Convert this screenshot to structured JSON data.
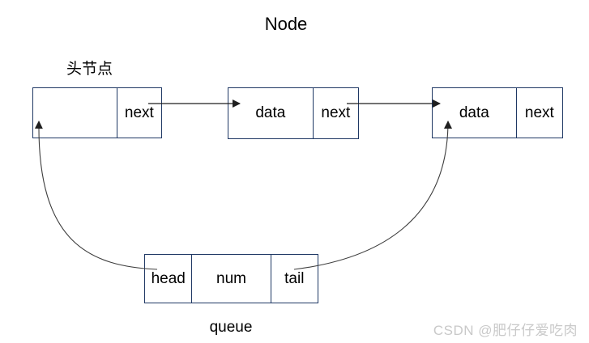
{
  "title": "Node",
  "labels": {
    "head_node": "头节点",
    "queue_caption": "queue"
  },
  "nodes": [
    {
      "id": "head-node",
      "cells": [
        "",
        "next"
      ]
    },
    {
      "id": "node-1",
      "cells": [
        "data",
        "next"
      ]
    },
    {
      "id": "node-2",
      "cells": [
        "data",
        "next"
      ]
    }
  ],
  "queue_struct": {
    "cells": [
      "head",
      "num",
      "tail"
    ]
  },
  "edges": [
    {
      "from": "head-node.next",
      "to": "node-1"
    },
    {
      "from": "node-1.next",
      "to": "node-2"
    },
    {
      "from": "queue.head",
      "to": "head-node"
    },
    {
      "from": "queue.tail",
      "to": "node-2"
    }
  ],
  "watermark": "CSDN @肥仔仔爱吃肉",
  "colors": {
    "box_border": "#1f3864",
    "line": "#2e2e2e",
    "text": "#000000",
    "watermark": "#c9c9c9",
    "background": "#ffffff"
  }
}
